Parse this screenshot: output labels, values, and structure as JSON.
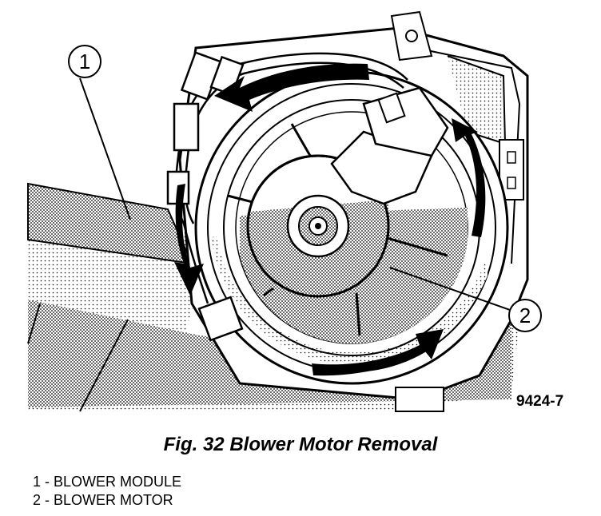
{
  "figure": {
    "caption": "Fig. 32 Blower Motor Removal",
    "code": "9424-7",
    "callouts": [
      "1",
      "2"
    ],
    "legend": [
      "1 - BLOWER MODULE",
      "2 - BLOWER MOTOR"
    ]
  }
}
